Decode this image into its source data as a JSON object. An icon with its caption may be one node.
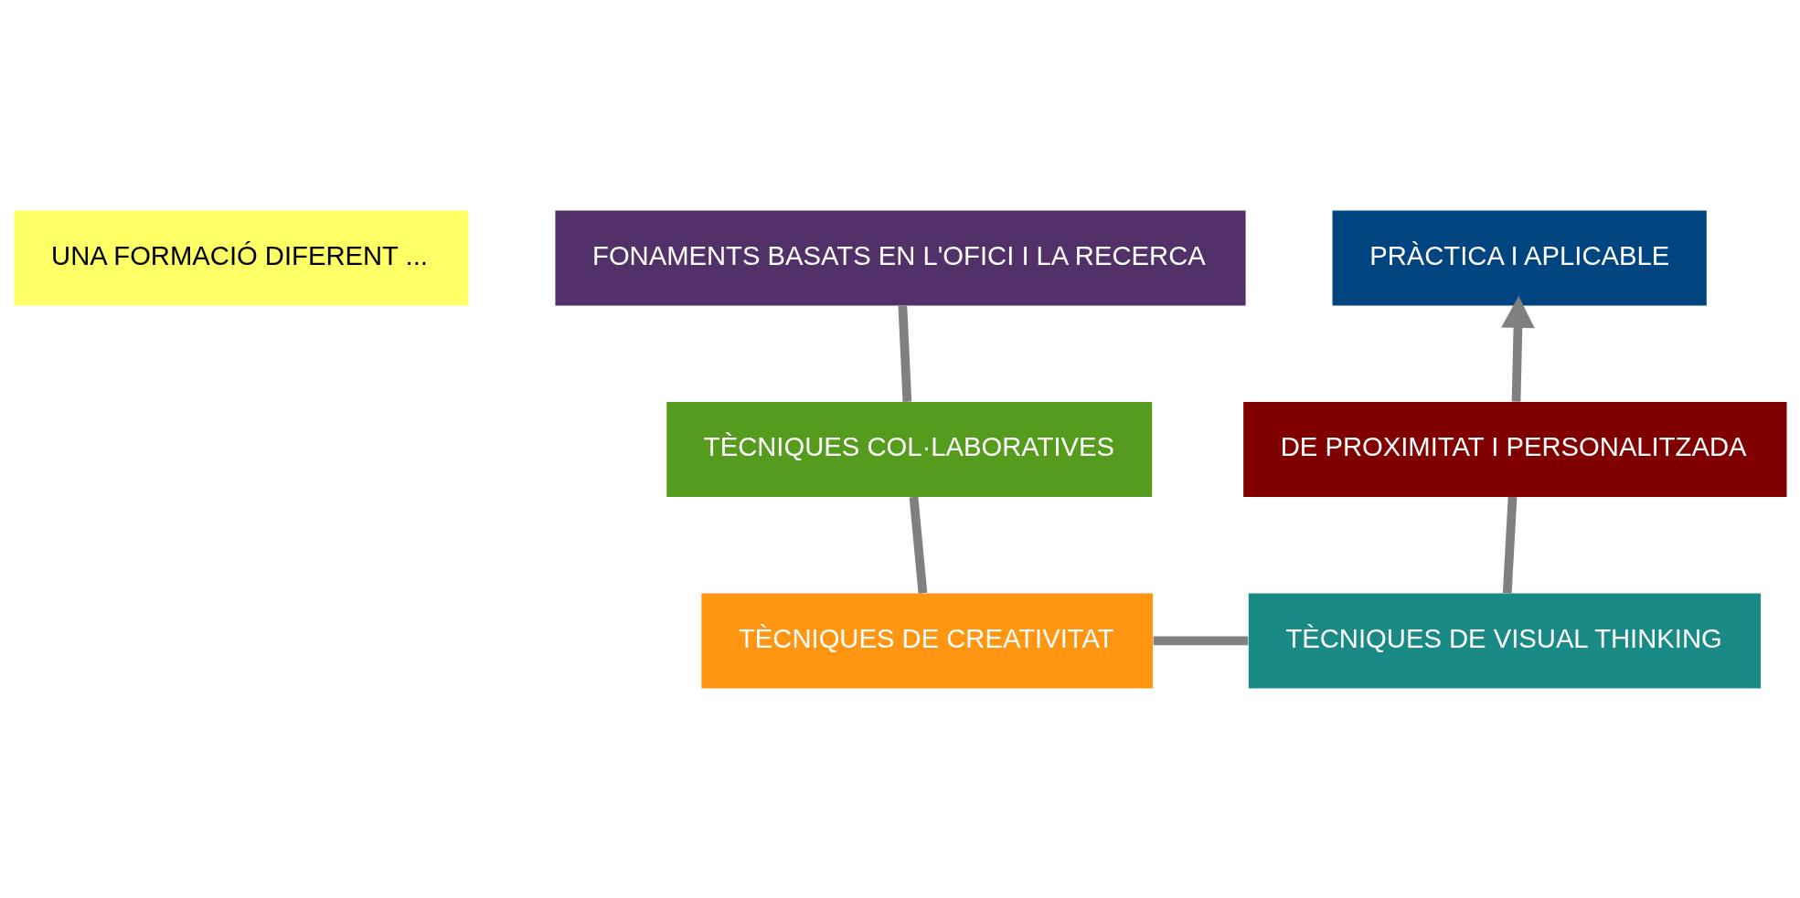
{
  "diagram": {
    "nodes": [
      {
        "text": [
          "UNA FORMACIÓ DIFERENT ..."
        ]
      },
      {
        "text": [
          "FONAMENTS BASATS EN L'OFICI I LA RECERCA"
        ]
      },
      {
        "text": [
          "PRÀCTICA I APLICABLE"
        ]
      },
      {
        "text": [
          "TÈCNIQUES COL·LABORATIVES"
        ]
      },
      {
        "text": [
          "DE PROXIMITAT I PERSONALITZADA"
        ]
      },
      {
        "text": [
          "TÈCNIQUES DE CREATIVITAT"
        ]
      },
      {
        "text": [
          "TÈCNIQUES DE VISUAL THINKING"
        ]
      }
    ],
    "edges": [
      {
        "from": 1,
        "to": 3,
        "arrow": "none"
      },
      {
        "from": 3,
        "to": 5,
        "arrow": "none"
      },
      {
        "from": 5,
        "to": 6,
        "arrow": "none"
      },
      {
        "from": 6,
        "to": 4,
        "arrow": "none"
      },
      {
        "from": 4,
        "to": 2,
        "arrow": "to"
      }
    ]
  }
}
